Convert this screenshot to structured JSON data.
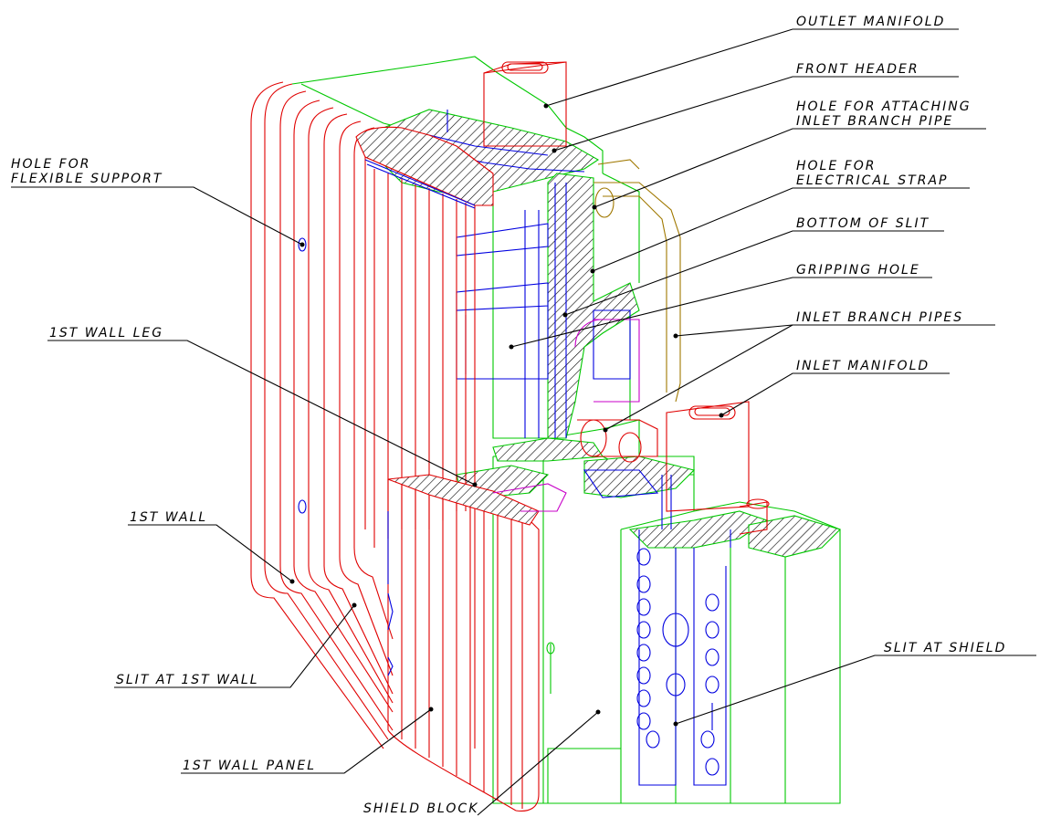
{
  "labels": {
    "outlet_manifold": "OUTLET MANIFOLD",
    "front_header": "FRONT HEADER",
    "hole_inlet_branch_l1": "HOLE FOR ATTACHING",
    "hole_inlet_branch_l2": "INLET BRANCH PIPE",
    "hole_electrical_l1": "HOLE FOR",
    "hole_electrical_l2": "ELECTRICAL STRAP",
    "bottom_of_slit": "BOTTOM OF SLIT",
    "gripping_hole": "GRIPPING HOLE",
    "inlet_branch_pipes": "INLET BRANCH PIPES",
    "inlet_manifold": "INLET MANIFOLD",
    "hole_flexible_l1": "HOLE FOR",
    "hole_flexible_l2": "FLEXIBLE SUPPORT",
    "first_wall_leg": "1ST WALL LEG",
    "first_wall": "1ST WALL",
    "slit_first_wall": "SLIT AT 1ST WALL",
    "first_wall_panel": "1ST WALL PANEL",
    "shield_block": "SHIELD BLOCK",
    "slit_shield": "SLIT AT SHIELD"
  },
  "colors": {
    "first_wall": "#e00000",
    "shield": "#00c800",
    "cooling_channels": "#0000e0",
    "branch_pipe": "#a07800",
    "leader": "#000000"
  }
}
